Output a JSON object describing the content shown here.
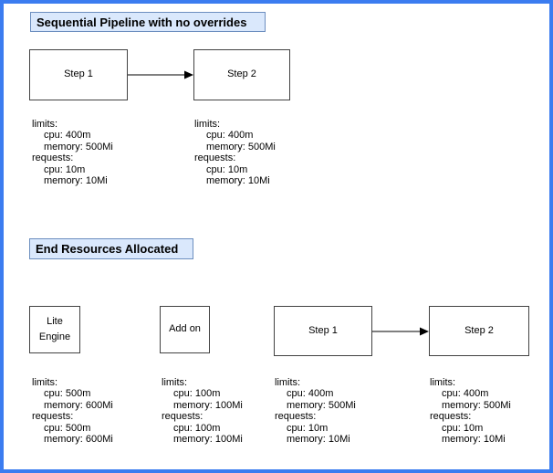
{
  "colors": {
    "frame_border": "#3b7cf0",
    "title_fill": "#dae8fc",
    "title_border": "#6c8ebf",
    "node_fill": "#ffffff",
    "node_border": "#424242",
    "text": "#000000"
  },
  "section1": {
    "title": "Sequential Pipeline with no overrides",
    "nodes": [
      {
        "label": "Step 1"
      },
      {
        "label": "Step 2"
      }
    ],
    "resources": [
      {
        "lines": [
          "limits:",
          "cpu: 400m",
          "memory: 500Mi",
          "requests:",
          "cpu: 10m",
          "memory: 10Mi"
        ]
      },
      {
        "lines": [
          "limits:",
          "cpu: 400m",
          "memory: 500Mi",
          "requests:",
          "cpu: 10m",
          "memory: 10Mi"
        ]
      }
    ]
  },
  "section2": {
    "title": "End Resources Allocated",
    "nodes": [
      {
        "label": "Lite Engine"
      },
      {
        "label": "Add on"
      },
      {
        "label": "Step 1"
      },
      {
        "label": "Step 2"
      }
    ],
    "resources": [
      {
        "lines": [
          "limits:",
          "cpu: 500m",
          "memory: 600Mi",
          "requests:",
          "cpu: 500m",
          "memory: 600Mi"
        ]
      },
      {
        "lines": [
          "limits:",
          "cpu: 100m",
          "memory: 100Mi",
          "requests:",
          "cpu: 100m",
          "memory: 100Mi"
        ]
      },
      {
        "lines": [
          "limits:",
          "cpu: 400m",
          "memory: 500Mi",
          "requests:",
          "cpu: 10m",
          "memory: 10Mi"
        ]
      },
      {
        "lines": [
          "limits:",
          "cpu: 400m",
          "memory: 500Mi",
          "requests:",
          "cpu: 10m",
          "memory: 10Mi"
        ]
      }
    ]
  }
}
